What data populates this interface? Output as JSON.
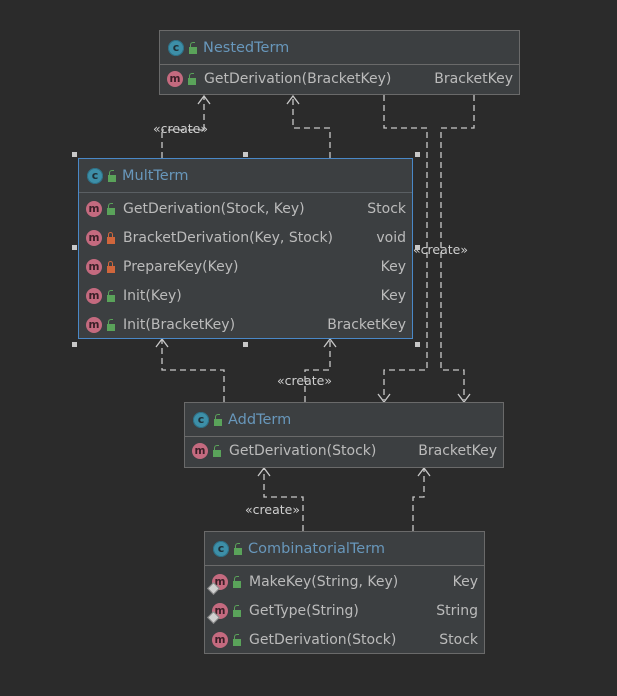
{
  "classes": {
    "nested_term": {
      "name": "NestedTerm",
      "methods": [
        {
          "signature": "GetDerivation(BracketKey)",
          "type": "BracketKey",
          "visibility": "public"
        }
      ]
    },
    "mult_term": {
      "name": "MultTerm",
      "methods": [
        {
          "signature": "GetDerivation(Stock, Key)",
          "type": "Stock",
          "visibility": "public"
        },
        {
          "signature": "BracketDerivation(Key, Stock)",
          "type": "void",
          "visibility": "private"
        },
        {
          "signature": "PrepareKey(Key)",
          "type": "Key",
          "visibility": "private"
        },
        {
          "signature": "Init(Key)",
          "type": "Key",
          "visibility": "public"
        },
        {
          "signature": "Init(BracketKey)",
          "type": "BracketKey",
          "visibility": "public"
        }
      ]
    },
    "add_term": {
      "name": "AddTerm",
      "methods": [
        {
          "signature": "GetDerivation(Stock)",
          "type": "BracketKey",
          "visibility": "public"
        }
      ]
    },
    "combinatorial_term": {
      "name": "CombinatorialTerm",
      "methods": [
        {
          "signature": "MakeKey(String, Key)",
          "type": "Key",
          "visibility": "public"
        },
        {
          "signature": "GetType(String)",
          "type": "String",
          "visibility": "public"
        },
        {
          "signature": "GetDerivation(Stock)",
          "type": "Stock",
          "visibility": "public"
        }
      ]
    }
  },
  "edge_labels": {
    "mult_create_nested": "«create»",
    "nested_create_add": "«create»",
    "add_create_mult": "«create»",
    "comb_create_add": "«create»"
  },
  "icons": {
    "class_icon_letter": "c",
    "method_icon_letter": "m"
  },
  "colors": {
    "background": "#2b2b2b",
    "class_name": "#6897bb",
    "selection_border": "#4a88c7",
    "public_lock": "#5aa35a",
    "private_lock": "#d0663c"
  }
}
